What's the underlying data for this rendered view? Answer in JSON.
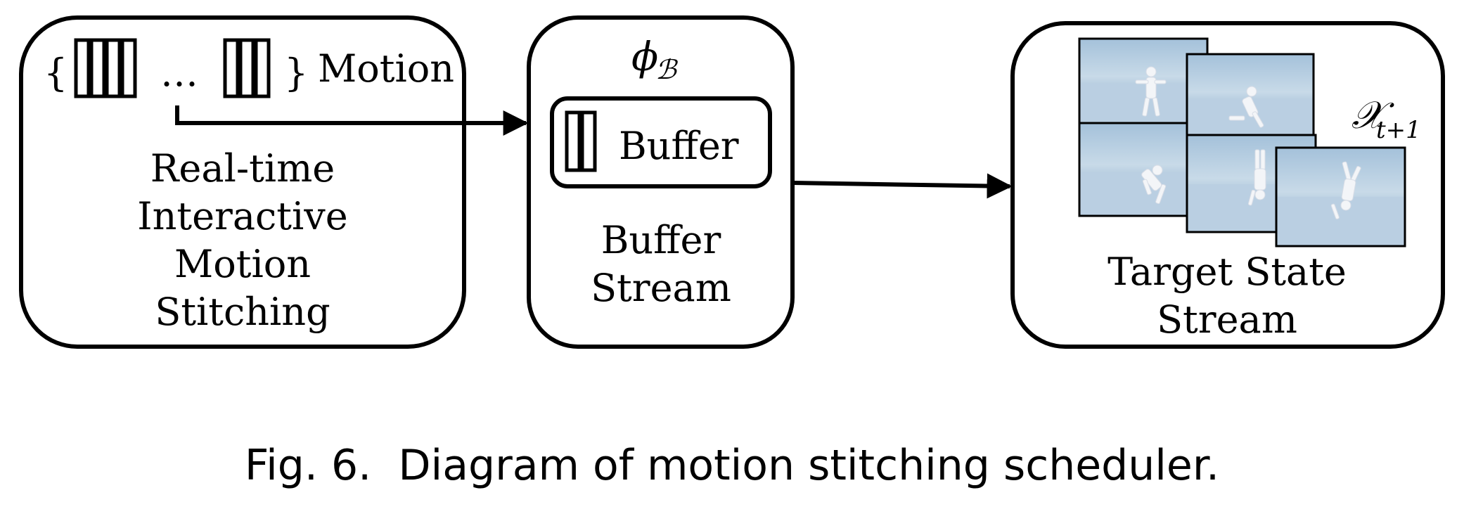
{
  "motion_box": {
    "open_brace": "{",
    "ellipsis": "…",
    "close_brace": "}",
    "motion_label": "Motion",
    "title_lines": [
      "Real-time",
      "Interactive",
      "Motion",
      "Stitching"
    ]
  },
  "buffer_box": {
    "phi_symbol": "ϕ",
    "phi_subscript": "ℬ",
    "buffer_label": "Buffer",
    "title_lines": [
      "Buffer",
      "Stream"
    ]
  },
  "target_box": {
    "x_symbol": "𝒳",
    "x_subscript": "t+1",
    "title_lines": [
      "Target State",
      "Stream"
    ]
  },
  "caption": "Fig. 6.  Diagram of motion stitching scheduler.",
  "colors": {
    "stroke": "#000000",
    "sky_top": "#a9c6dd",
    "sky_bottom": "#cfdeea",
    "ground": "#b9cfe3",
    "figure": "#f2f4f7"
  }
}
